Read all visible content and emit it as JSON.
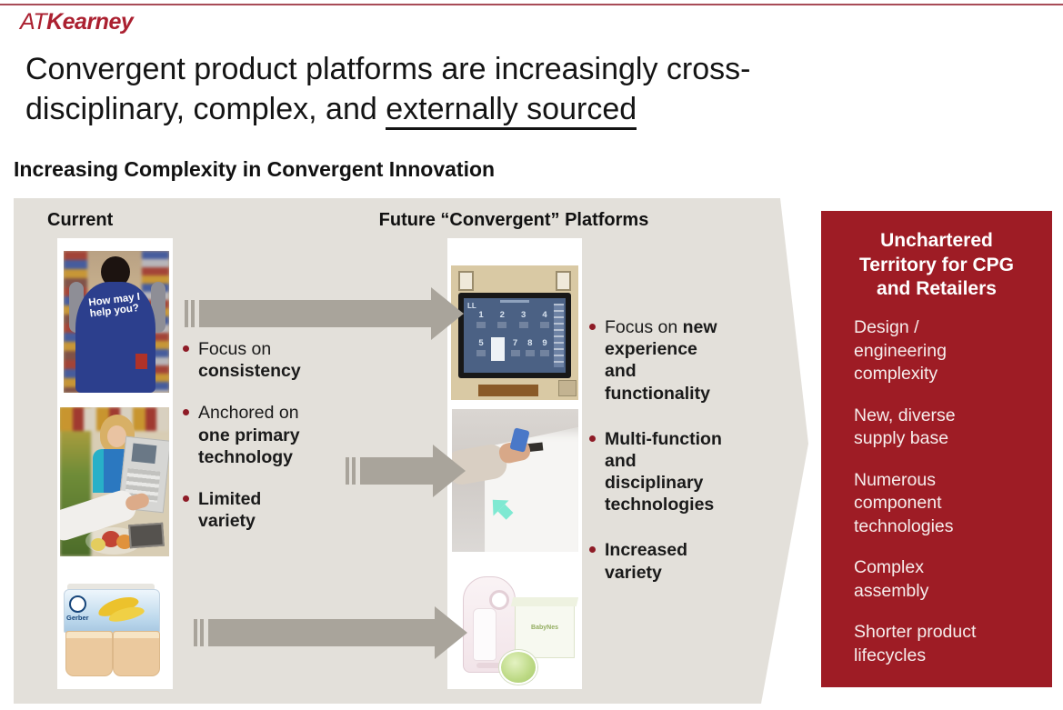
{
  "slide": {
    "logo": {
      "at": "AT",
      "kearney": "Kearney"
    },
    "title": {
      "line1": "Convergent product platforms are increasingly cross-",
      "line2_normal": "disciplinary, complex, and ",
      "line2_underlined": "externally sourced"
    },
    "section_header": "Increasing Complexity in Convergent Innovation"
  },
  "current": {
    "header": "Current",
    "bullets": [
      {
        "normal": "Focus on ",
        "bold": "consistency"
      },
      {
        "normal": "Anchored on ",
        "bold": "one primary technology"
      },
      {
        "normal": "",
        "bold": "Limited variety"
      }
    ]
  },
  "future": {
    "header": "Future “Convergent” Platforms",
    "bullets": [
      {
        "normal": "Focus on ",
        "bold": "new experience and functionality"
      },
      {
        "normal": "",
        "bold": "Multi-function and disciplinary technologies"
      },
      {
        "normal": "",
        "bold": "Increased variety"
      }
    ]
  },
  "callout": {
    "title": "Unchartered Territory for CPG and Retailers",
    "items": [
      "Design / engineering complexity",
      "New, diverse supply base",
      "Numerous component technologies",
      "Complex assembly",
      "Shorter product lifecycles"
    ]
  },
  "photos": {
    "associate": {
      "vest_text": "How may I help you?"
    },
    "tv": {
      "corner": "LL",
      "row1": [
        "1",
        "2",
        "3",
        "4"
      ],
      "row2": [
        "5",
        "7",
        "8",
        "9"
      ]
    },
    "gerber": {
      "brand": "Gerber"
    },
    "babynes": {
      "brand": "BabyNes"
    }
  },
  "colors": {
    "brand_red": "#ab2030",
    "callout_red": "#9e1c25",
    "band_grey": "#e3e0da",
    "arrow_grey": "#a9a49b"
  }
}
